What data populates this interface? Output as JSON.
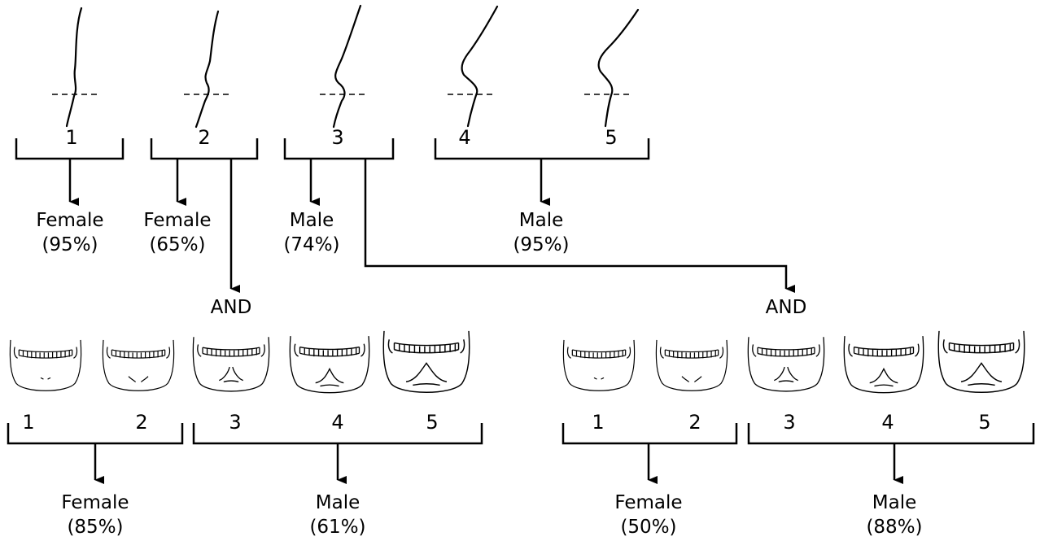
{
  "profiles": {
    "scores": [
      "1",
      "2",
      "3",
      "4",
      "5"
    ]
  },
  "profile_outcomes": [
    {
      "sex": "Female",
      "pct": "(95%)"
    },
    {
      "sex": "Female",
      "pct": "(65%)"
    },
    {
      "sex": "Male",
      "pct": "(74%)"
    },
    {
      "sex": "Male",
      "pct": "(95%)"
    }
  ],
  "and_labels": [
    "AND",
    "AND"
  ],
  "jaw_groups": [
    {
      "scores": [
        "1",
        "2",
        "3",
        "4",
        "5"
      ],
      "outcomes": [
        {
          "sex": "Female",
          "pct": "(85%)"
        },
        {
          "sex": "Male",
          "pct": "(61%)"
        }
      ]
    },
    {
      "scores": [
        "1",
        "2",
        "3",
        "4",
        "5"
      ],
      "outcomes": [
        {
          "sex": "Female",
          "pct": "(50%)"
        },
        {
          "sex": "Male",
          "pct": "(88%)"
        }
      ]
    }
  ]
}
